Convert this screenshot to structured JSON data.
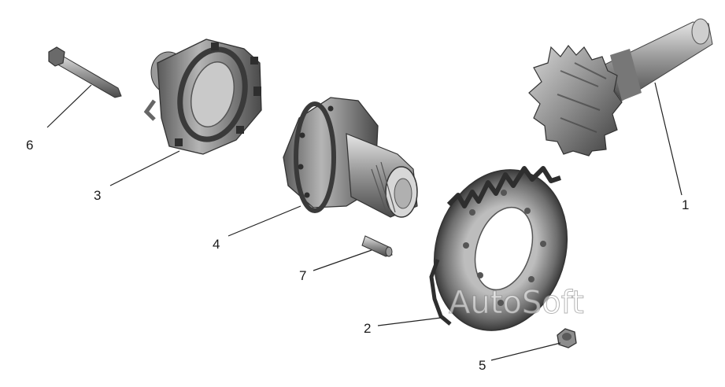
{
  "callouts": [
    {
      "id": "1",
      "label": "1"
    },
    {
      "id": "2",
      "label": "2"
    },
    {
      "id": "3",
      "label": "3"
    },
    {
      "id": "4",
      "label": "4"
    },
    {
      "id": "5",
      "label": "5"
    },
    {
      "id": "6",
      "label": "6"
    },
    {
      "id": "7",
      "label": "7"
    }
  ],
  "watermark": "AutoSoft",
  "colors": {
    "metal_dark": "#3a3a3a",
    "metal_mid": "#8a8a8a",
    "metal_light": "#cfcfcf",
    "leader_line": "#222222"
  }
}
